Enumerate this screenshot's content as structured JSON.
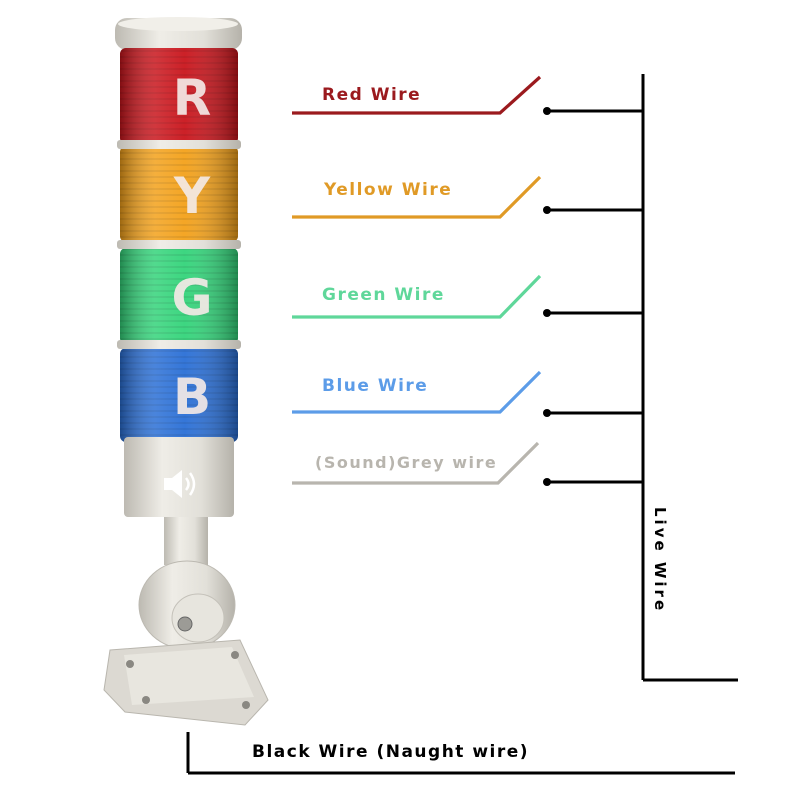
{
  "tower": {
    "segments": [
      {
        "letter": "R",
        "color": "#c9151c",
        "dark": "#8e0d12"
      },
      {
        "letter": "Y",
        "color": "#f3a11a",
        "dark": "#c67608"
      },
      {
        "letter": "G",
        "color": "#33d47a",
        "dark": "#1c9e55"
      },
      {
        "letter": "B",
        "color": "#2a6fd6",
        "dark": "#1a3f9a"
      }
    ],
    "body_color": "#e3e1da",
    "sound_icon": "speaker-icon"
  },
  "wires": [
    {
      "label": "Red Wire",
      "color": "#9b1a1e"
    },
    {
      "label": "Yellow Wire",
      "color": "#e09a26"
    },
    {
      "label": "Green Wire",
      "color": "#5fd79a"
    },
    {
      "label": "Blue Wire",
      "color": "#5c9ce8"
    },
    {
      "label": "(Sound)Grey wire",
      "color": "#b8b5ae"
    }
  ],
  "live_wire": {
    "label": "Live Wire",
    "color": "#000000"
  },
  "black_wire": {
    "label": "Black Wire (Naught wire)",
    "color": "#000000"
  }
}
